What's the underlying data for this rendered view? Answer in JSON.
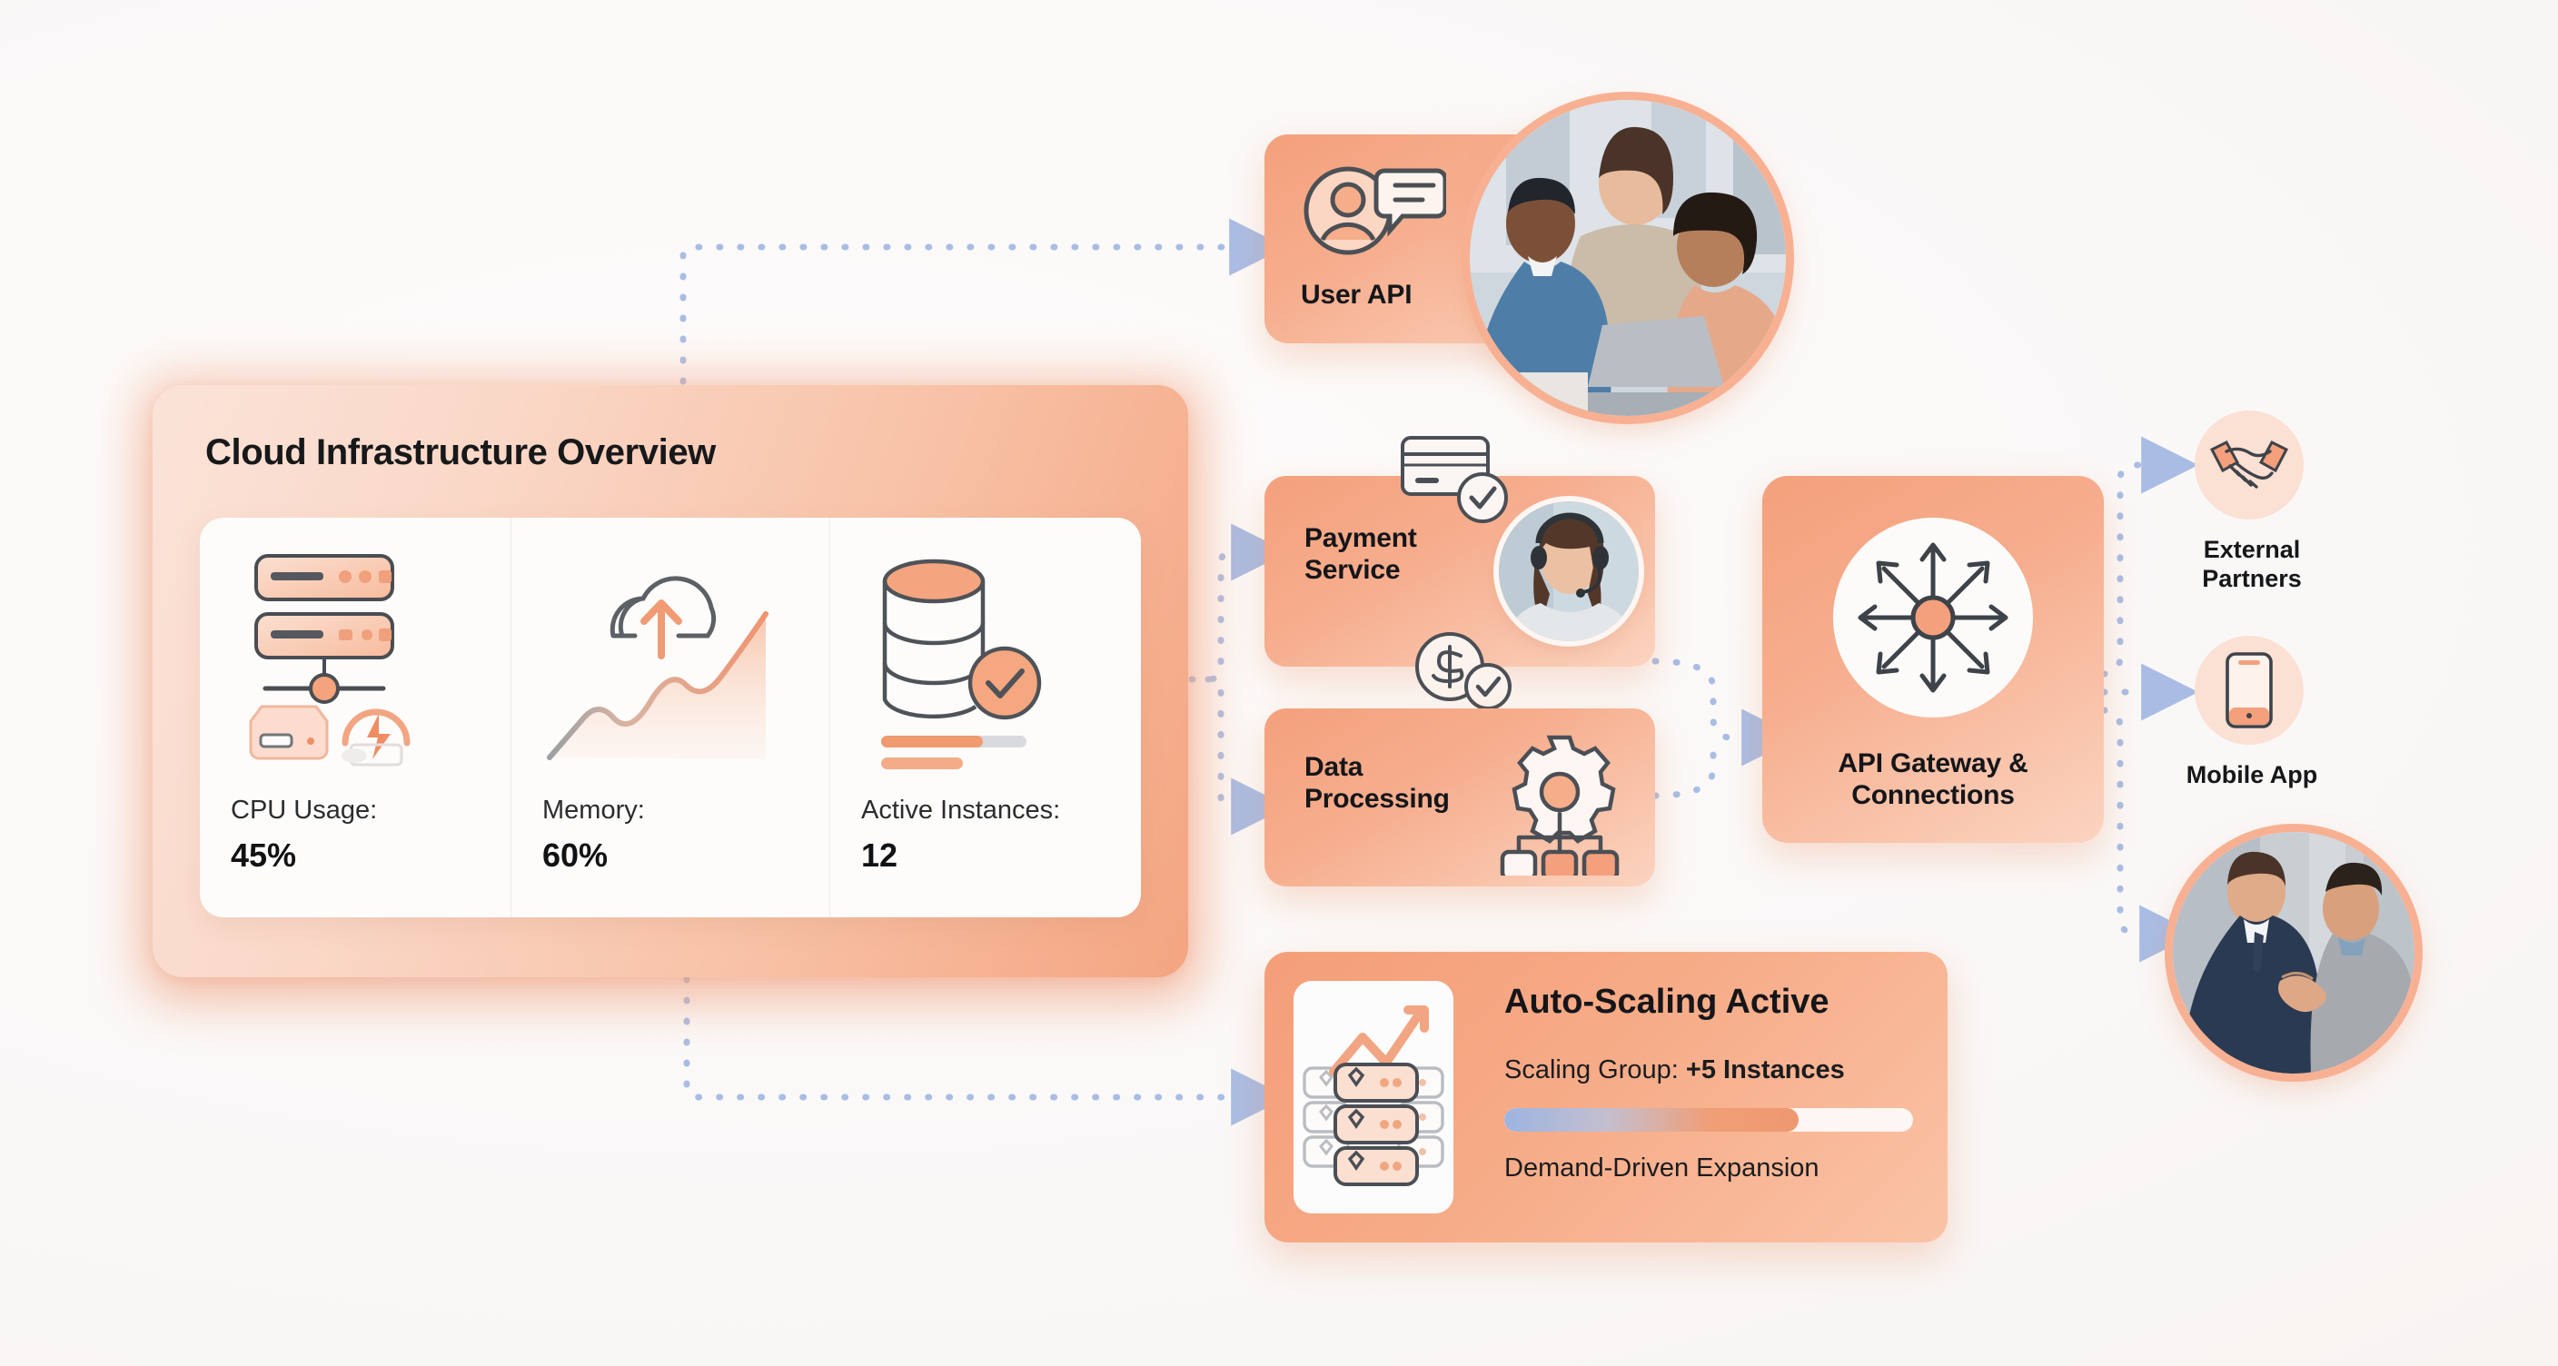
{
  "theme": {
    "background": "#fbfaf9",
    "accent_orange": "#f4a07c",
    "accent_orange_deep": "#ef8a5e",
    "card_peach_light": "#fbe3d8",
    "connector_blue": "#a9bde4",
    "text_dark": "#15161a"
  },
  "dashboard": {
    "title": "Cloud Infrastructure Overview",
    "stats": [
      {
        "icon": "server-rack-icon",
        "label": "CPU Usage:",
        "value": "45%"
      },
      {
        "icon": "cloud-upload-chart-icon",
        "label": "Memory:",
        "value": "60%"
      },
      {
        "icon": "database-check-icon",
        "label": "Active Instances:",
        "value": "12"
      }
    ]
  },
  "nodes": {
    "user_api": {
      "title": "User API",
      "icon": "user-chat-icon",
      "photo": "team-at-laptop-photo"
    },
    "payment_service": {
      "title": "Payment\nService",
      "title_line1": "Payment",
      "title_line2": "Service",
      "icon_card": "credit-card-check-icon",
      "icon_coin": "dollar-coin-check-icon",
      "photo": "support-agent-headset-photo"
    },
    "data_processing": {
      "title_line1": "Data",
      "title_line2": "Processing",
      "icon": "gear-hierarchy-icon"
    },
    "api_gateway": {
      "title_line1": "API Gateway &",
      "title_line2": "Connections",
      "icon": "radial-arrows-icon"
    }
  },
  "destinations": [
    {
      "icon": "handshake-icon",
      "label_line1": "External",
      "label_line2": "Partners"
    },
    {
      "icon": "mobile-phone-icon",
      "label_line1": "Mobile App",
      "label_line2": ""
    },
    {
      "icon": "business-handshake-photo",
      "label_line1": "",
      "label_line2": ""
    }
  ],
  "auto_scaling": {
    "title": "Auto-Scaling Active",
    "subtitle_label": "Scaling Group:",
    "subtitle_value": "+5 Instances",
    "progress_percent": 72,
    "footer": "Demand-Driven Expansion",
    "icon": "server-stack-growth-icon"
  },
  "connectors": [
    {
      "from": "dashboard",
      "to": "user_api"
    },
    {
      "from": "dashboard",
      "to": "payment_service"
    },
    {
      "from": "dashboard",
      "to": "data_processing"
    },
    {
      "from": "dashboard",
      "to": "auto_scaling"
    },
    {
      "from": "payment_service",
      "to": "api_gateway"
    },
    {
      "from": "data_processing",
      "to": "api_gateway"
    },
    {
      "from": "api_gateway",
      "to": "external_partners"
    },
    {
      "from": "api_gateway",
      "to": "mobile_app"
    },
    {
      "from": "api_gateway",
      "to": "business_handshake"
    }
  ]
}
